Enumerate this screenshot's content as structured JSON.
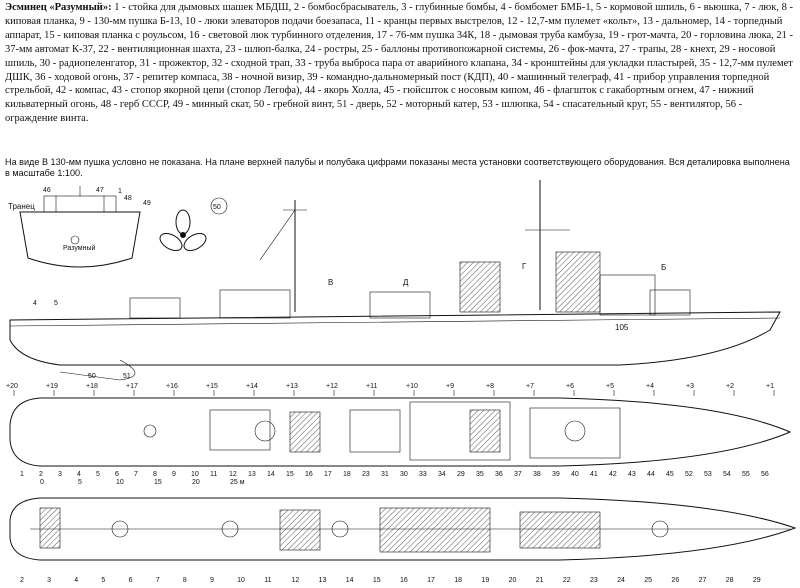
{
  "legend": {
    "title": "Эсминец «Разумный»:",
    "text": "1 - стойка для дымовых шашек МБДШ, 2 - бомбосбрасыватель, 3 - глубинные бомбы, 4 - бомбомет БМБ-1, 5 - кормовой шпиль, 6 - вьюшка, 7 - люк, 8 - киповая планка, 9 - 130-мм пушка Б-13, 10 - люки элеваторов подачи боезапаса, 11 - кранцы первых выстрелов, 12 - 12,7-мм пулемет «кольт», 13 - дальномер, 14 - торпедный аппарат, 15 - киповая планка с роульсом, 16 - световой люк турбинного отделения, 17 - 76-мм пушка 34К, 18 - дымовая труба камбуза, 19 - грот-мачта, 20 - горловина люка, 21 - 37-мм автомат К-37, 22 - вентиляционная шахта, 23 - шлюп-балка, 24 - ростры, 25 - баллоны противопожарной системы, 26 - фок-мачта, 27 - трапы, 28 - кнехт, 29 - носовой шпиль, 30 - радиопеленгатор, 31 - прожектор, 32 - сходной трап, 33 - труба выброса пара от аварийного клапана, 34 - кронштейны для укладки пластырей, 35 - 12,7-мм пулемет ДШК, 36 - ходовой огонь, 37 - репитер компаса, 38 - ночной визир, 39 - командно-дальномерный пост (КДП), 40 - машинный телеграф, 41 - прибор управления торпедной стрельбой, 42 - компас, 43 - стопор якорной цепи (стопор Легофа), 44 - якорь Холла, 45 - гюйсшток с носовым кипом, 46 - флагшток с гакабортным огнем, 47 - нижний кильватерный огонь, 48 - герб СССР, 49 - минный скат, 50 - гребной винт, 51 - дверь, 52 - моторный катер, 53 - шлюпка, 54 - спасательный круг, 55 - вентилятор, 56 - ограждение винта."
  },
  "note": "На виде В 130-мм пушка условно не показана. На плане верхней палубы и полубака цифрами показаны места установки соответствующего оборудования. Вся деталировка выполнена в масштабе 1:100.",
  "drawing": {
    "transom_label": "Транец",
    "ship_name": "Разумный",
    "hull_number": "105",
    "stern_callouts": [
      "46",
      "47",
      "48",
      "49",
      "1"
    ],
    "propeller_callout": "50",
    "side_callouts": [
      "4",
      "5",
      "50",
      "51"
    ],
    "view_letters": [
      "В",
      "Д",
      "Г",
      "Б"
    ],
    "stations": [
      "+20",
      "+19",
      "+18",
      "+17",
      "+16",
      "+15",
      "+14",
      "+13",
      "+12",
      "+11",
      "+10",
      "+9",
      "+8",
      "+7",
      "+6",
      "+5",
      "+4",
      "+3",
      "+2",
      "+1"
    ],
    "scale": [
      "0",
      "5",
      "10",
      "15",
      "20",
      "25 м"
    ],
    "deck_callouts_upper": [
      "1",
      "2",
      "3",
      "4",
      "5",
      "6",
      "7",
      "8",
      "9",
      "10",
      "11",
      "12",
      "13",
      "14",
      "15",
      "16",
      "17",
      "18",
      "23",
      "31",
      "30",
      "33",
      "34",
      "29",
      "35",
      "36",
      "37",
      "38",
      "39",
      "40",
      "41",
      "42",
      "43",
      "44",
      "45",
      "52",
      "53",
      "54",
      "55",
      "56"
    ],
    "deck_callouts_lower": [
      "2",
      "3",
      "4",
      "5",
      "6",
      "7",
      "8",
      "9",
      "10",
      "11",
      "12",
      "13",
      "14",
      "15",
      "16",
      "17",
      "18",
      "19",
      "20",
      "21",
      "22",
      "23",
      "24",
      "25",
      "26",
      "27",
      "28",
      "29"
    ]
  }
}
